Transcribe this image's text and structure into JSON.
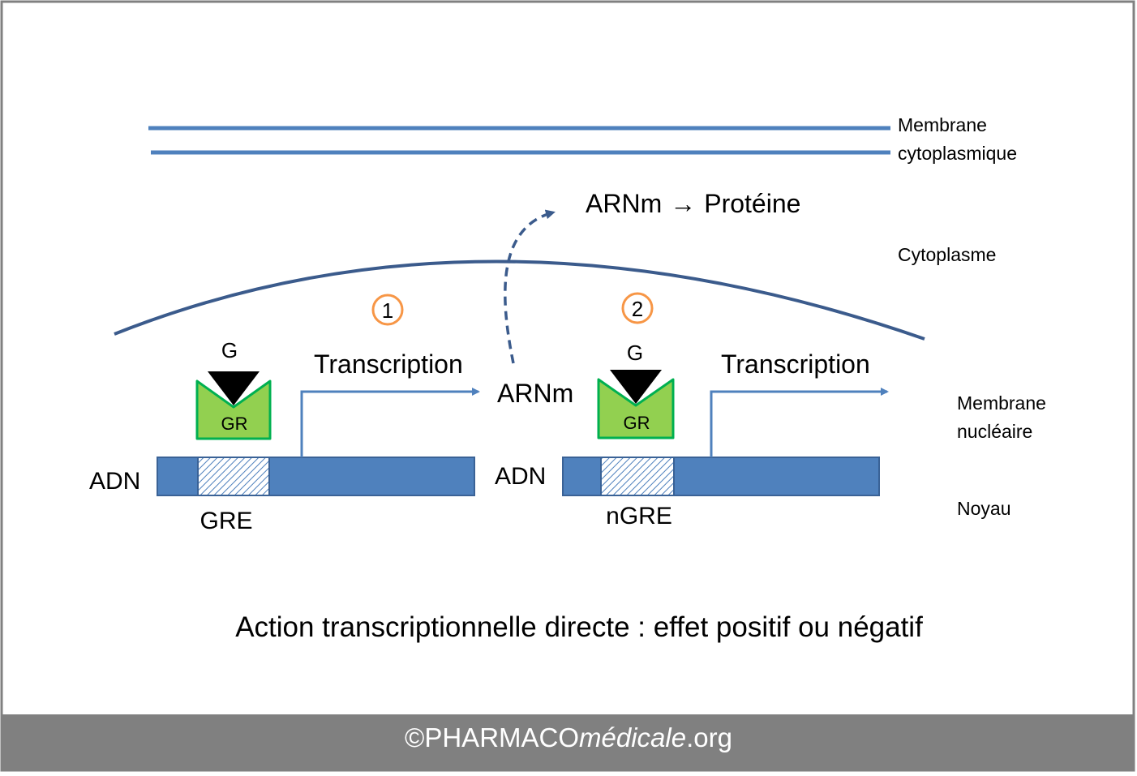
{
  "labels": {
    "membrane_cyto_line1": "Membrane",
    "membrane_cyto_line2": "cytoplasmique",
    "mrna_protein_prefix": "ARNm",
    "mrna_protein_arrow": "→",
    "mrna_protein_suffix": "Protéine",
    "cytoplasme": "Cytoplasme",
    "membrane_nuc_line1": "Membrane",
    "membrane_nuc_line2": "nucléaire",
    "noyau": "Noyau",
    "arnm": "ARNm",
    "caption": "Action transcriptionnelle directe : effet positif ou négatif"
  },
  "panels": [
    {
      "number": "1",
      "ligand": "G",
      "receptor": "GR",
      "dna": "ADN",
      "element": "GRE",
      "transcription": "Transcription"
    },
    {
      "number": "2",
      "ligand": "G",
      "receptor": "GR",
      "dna": "ADN",
      "element": "nGRE",
      "transcription": "Transcription"
    }
  ],
  "footer": {
    "copyright": "©",
    "brand_caps": "PHARMACO",
    "brand_italic": "médicale",
    "brand_tld": ".org"
  },
  "colors": {
    "membrane_line": "#4f81bd",
    "nuclear_curve": "#3b5b8c",
    "dna_fill": "#4f81bd",
    "dna_stroke": "#3a6296",
    "receptor_fill": "#92d050",
    "receptor_stroke": "#00b050",
    "ligand": "#000000",
    "number_circle": "#f79646",
    "footer_bg": "#808080",
    "footer_text": "#ffffff"
  }
}
